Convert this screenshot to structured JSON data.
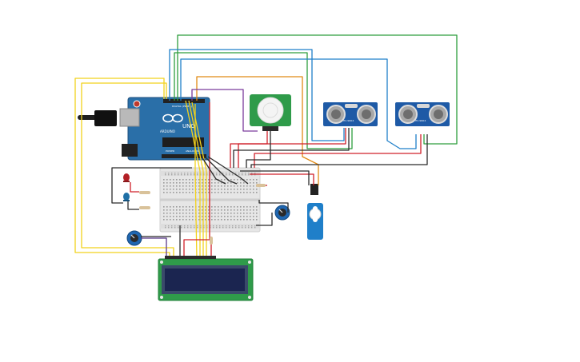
{
  "board": {
    "logo_text": "UNO",
    "brand_text": "ARDUINO",
    "power_label": "POWER",
    "analog_label": "ANALOG IN",
    "digital_label": "DIGITAL (PWM~)"
  },
  "sensors": {
    "ultrasonic_left_label": "HC-SR04",
    "ultrasonic_right_label": "HC-SR04"
  },
  "colors": {
    "board": "#2a6fa8",
    "board_edge": "#1d4f7c",
    "breadboard": "#e8e8e8",
    "wire_yellow": "#f2d21c",
    "wire_green": "#2e9e3e",
    "wire_blue": "#1f7fc9",
    "wire_red": "#d0202a",
    "wire_black": "#2b2b2b",
    "wire_orange": "#e08a14",
    "wire_purple": "#7a3a9c",
    "lcd_pcb": "#2f9b4a",
    "lcd_screen": "#1b2550"
  }
}
